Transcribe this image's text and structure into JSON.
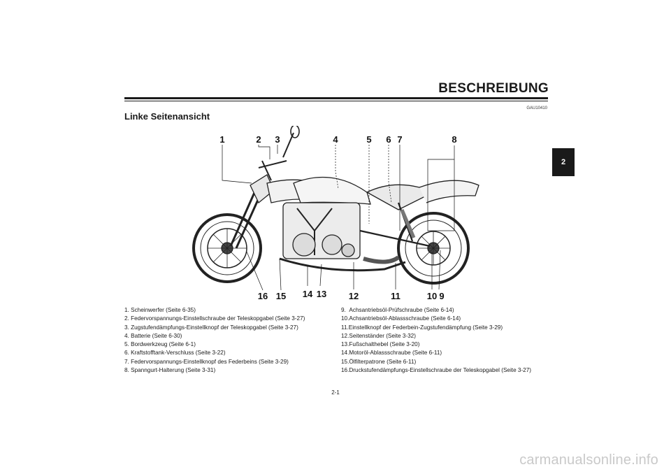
{
  "header": {
    "title": "BESCHREIBUNG"
  },
  "chapter_tab": "2",
  "doc_code": "GAU10410",
  "section_title": "Linke Seitenansicht",
  "callouts": {
    "top": [
      "1",
      "2",
      "3",
      "4",
      "5",
      "6",
      "7",
      "8"
    ],
    "bottom": [
      "16",
      "15",
      "14",
      "13",
      "12",
      "11",
      "10",
      "9"
    ]
  },
  "legend_left": [
    {
      "num": "1. ",
      "text": "Scheinwerfer (Seite 6-35)"
    },
    {
      "num": "2. ",
      "text": "Federvorspannungs-Einstellschraube der Teleskopgabel (Seite 3-27)"
    },
    {
      "num": "3. ",
      "text": "Zugstufendämpfungs-Einstellknopf der Teleskopgabel (Seite 3-27)"
    },
    {
      "num": "4. ",
      "text": "Batterie (Seite 6-30)"
    },
    {
      "num": "5. ",
      "text": "Bordwerkzeug (Seite 6-1)"
    },
    {
      "num": "6. ",
      "text": "Kraftstofftank-Verschluss (Seite 3-22)"
    },
    {
      "num": "7. ",
      "text": "Federvorspannungs-Einstellknopf des Federbeins (Seite 3-29)"
    },
    {
      "num": "8. ",
      "text": "Spanngurt-Halterung (Seite 3-31)"
    }
  ],
  "legend_right": [
    {
      "num": "9.  ",
      "text": "Achsantriebsöl-Prüfschraube (Seite 6-14)"
    },
    {
      "num": "10.",
      "text": "Achsantriebsöl-Ablassschraube (Seite 6-14)"
    },
    {
      "num": "11.",
      "text": "Einstellknopf der Federbein-Zugstufendämpfung (Seite 3-29)"
    },
    {
      "num": "12.",
      "text": "Seitenständer (Seite 3-32)"
    },
    {
      "num": "13.",
      "text": "Fußschalthebel (Seite 3-20)"
    },
    {
      "num": "14.",
      "text": "Motoröl-Ablassschraube (Seite 6-11)"
    },
    {
      "num": "15.",
      "text": "Ölfilterpatrone (Seite 6-11)"
    },
    {
      "num": "16.",
      "text": "Druckstufendämpfungs-Einstellschraube der Teleskopgabel (Seite 3-27)"
    }
  ],
  "page_number": "2-1",
  "watermark": "carmanualsonline.info"
}
